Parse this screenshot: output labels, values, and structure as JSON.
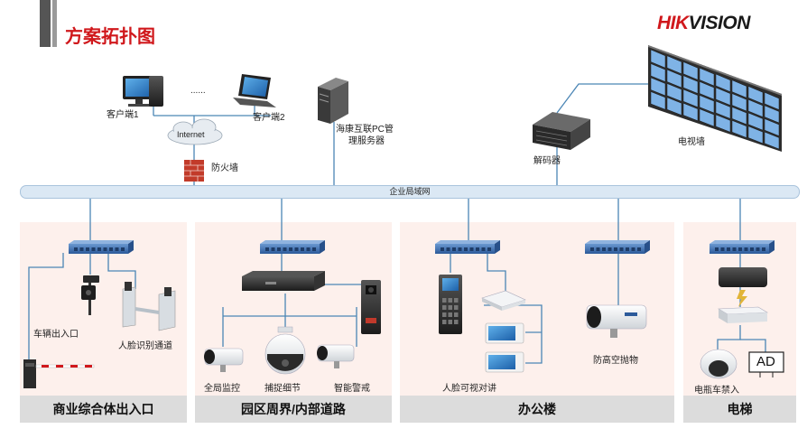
{
  "header": {
    "title": "方案拓扑图"
  },
  "logo": {
    "part1": "HIK",
    "part2": "VISION",
    "color": "#d0181c"
  },
  "network": {
    "lan_label": "企业局域网",
    "internet_label": "Internet",
    "ellipsis": "......",
    "client1_label": "客户端1",
    "client2_label": "客户端2",
    "firewall_label": "防火墙",
    "server_label_line1": "海康互联PC管",
    "server_label_line2": "理服务器",
    "decoder_label": "解码器",
    "videowall_label": "电视墙"
  },
  "panels": {
    "commercial": {
      "name": "商业综合体出入口",
      "vehicle_label": "车辆出入口",
      "face_gate_label": "人脸识别通道"
    },
    "park": {
      "name": "园区周界/内部道路",
      "global_label": "全局监控",
      "detail_label": "捕捉细节",
      "alert_label": "智能警戒"
    },
    "office": {
      "name": "办公楼",
      "intercom_label": "人脸可视对讲",
      "throw_label": "防高空抛物"
    },
    "elevator": {
      "name": "电梯",
      "ebike_label": "电瓶车禁入",
      "ad_label": "AD"
    }
  },
  "colors": {
    "accent": "#d0181c",
    "panel_bg": "#fdf0ec",
    "panel_footer": "#dcdcdc",
    "link": "#4b86b5",
    "switch": "#3d6fb0"
  }
}
